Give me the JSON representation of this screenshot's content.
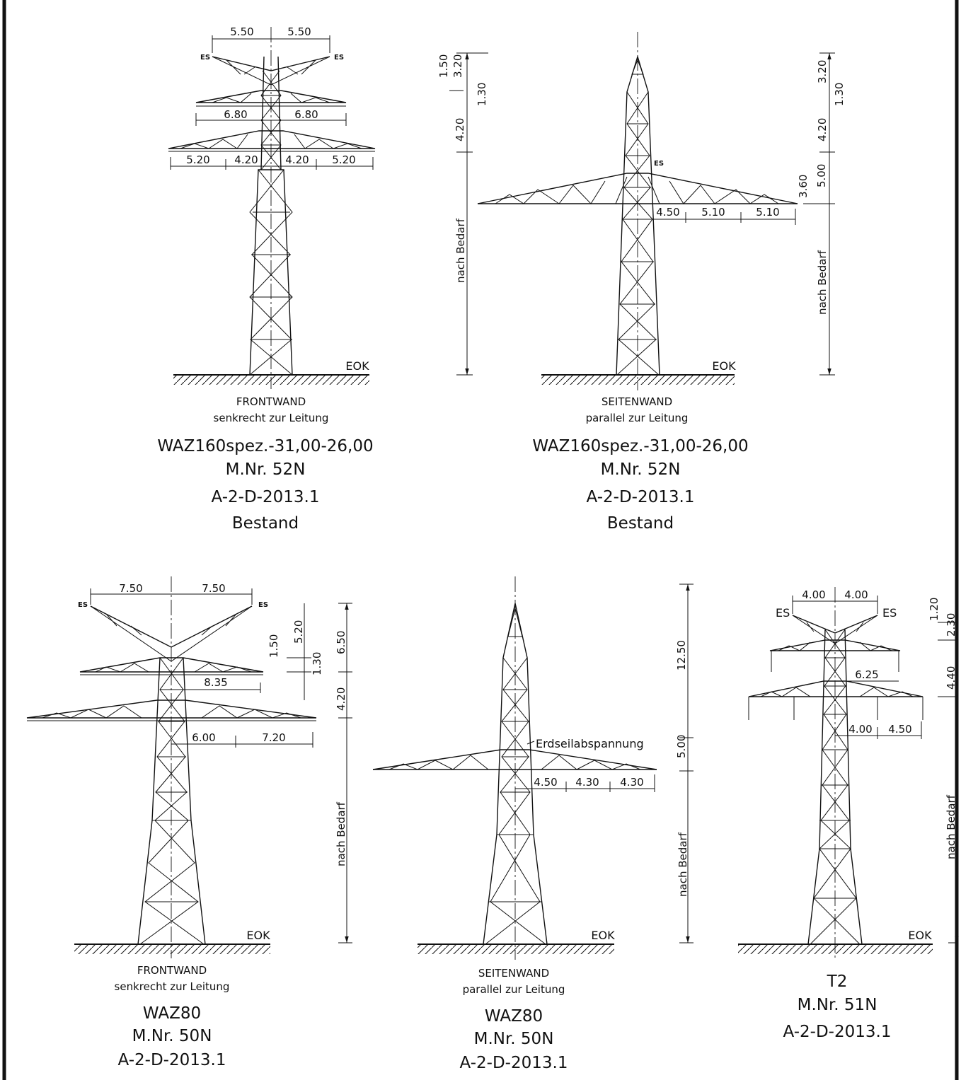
{
  "tower1": {
    "dims": [
      "5.50",
      "5.50",
      "6.80",
      "6.80",
      "5.20",
      "4.20",
      "4.20",
      "5.20"
    ],
    "es": [
      "ES",
      "ES"
    ],
    "ground": "EOK",
    "caption1": "FRONTWAND",
    "caption2": "senkrecht zur Leitung",
    "title": "WAZ160spez.-31,00-26,00",
    "mnr": "M.Nr. 52N",
    "code": "A-2-D-2013.1",
    "status": "Bestand"
  },
  "tower2": {
    "left_dims": [
      "1.50",
      "3.20",
      "1.30",
      "4.20",
      "nach Bedarf"
    ],
    "right_dims": [
      "3.20",
      "1.30",
      "4.20",
      "3.60",
      "5.00",
      "nach Bedarf"
    ],
    "arm_dims": [
      "4.50",
      "5.10",
      "5.10"
    ],
    "es": "ES",
    "ground": "EOK",
    "caption1": "SEITENWAND",
    "caption2": "parallel zur Leitung",
    "title": "WAZ160spez.-31,00-26,00",
    "mnr": "M.Nr. 52N",
    "code": "A-2-D-2013.1",
    "status": "Bestand"
  },
  "tower3": {
    "dims": [
      "7.50",
      "7.50",
      "8.35",
      "6.00",
      "7.20"
    ],
    "side_dims": [
      "5.20",
      "1.50",
      "1.30",
      "6.50",
      "4.20",
      "nach Bedarf"
    ],
    "es": [
      "ES",
      "ES"
    ],
    "ground": "EOK",
    "caption1": "FRONTWAND",
    "caption2": "senkrecht zur Leitung",
    "title": "WAZ80",
    "mnr": "M.Nr. 50N",
    "code": "A-2-D-2013.1"
  },
  "tower4": {
    "arm_dims": [
      "4.50",
      "4.30",
      "4.30"
    ],
    "side_dims": [
      "12.50",
      "5.00",
      "nach Bedarf"
    ],
    "note": "Erdseilabspannung",
    "ground": "EOK",
    "caption1": "SEITENWAND",
    "caption2": "parallel zur Leitung",
    "title": "WAZ80",
    "mnr": "M.Nr. 50N",
    "code": "A-2-D-2013.1"
  },
  "tower5": {
    "dims": [
      "4.00",
      "4.00",
      "6.25",
      "4.00",
      "4.50"
    ],
    "side_dims": [
      "1.20",
      "2.30",
      "4.40",
      "nach Bedarf"
    ],
    "es": [
      "ES",
      "ES"
    ],
    "ground": "EOK",
    "title": "T2",
    "mnr": "M.Nr. 51N",
    "code": "A-2-D-2013.1"
  }
}
